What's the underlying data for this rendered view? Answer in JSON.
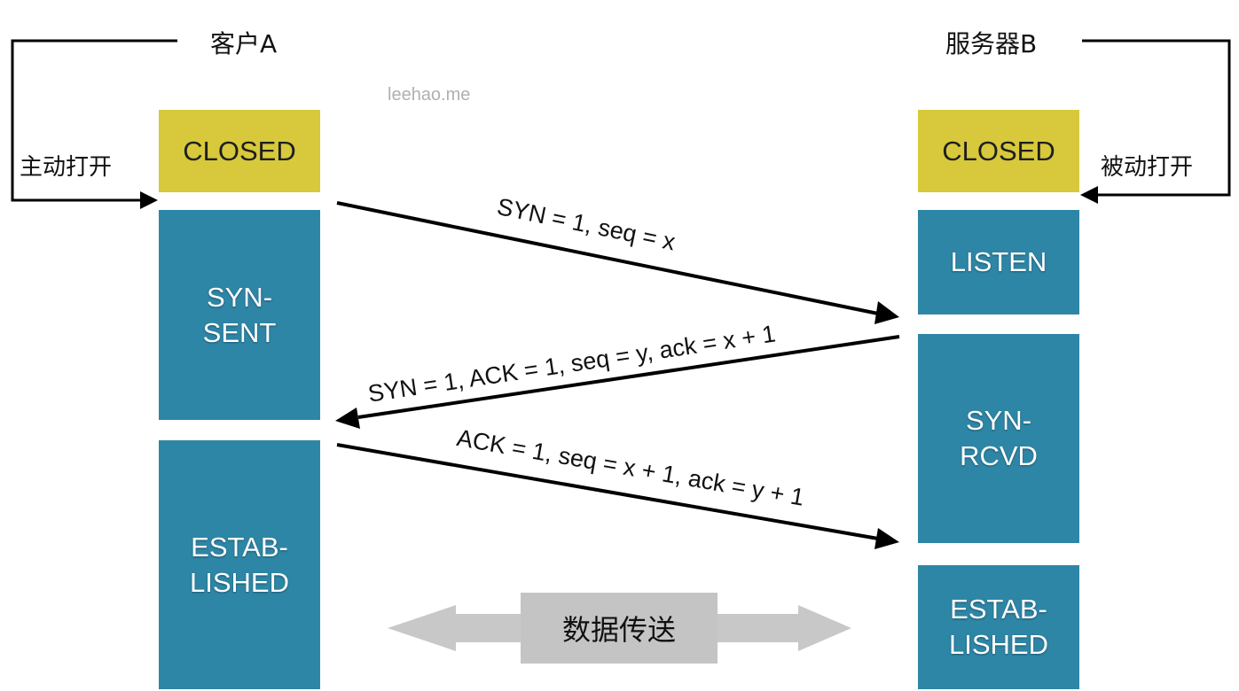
{
  "client": {
    "title": "客户A",
    "open_label": "主动打开",
    "states": {
      "closed": "CLOSED",
      "syn_sent": "SYN-\nSENT",
      "established": "ESTAB-\nLISHED"
    }
  },
  "server": {
    "title": "服务器B",
    "open_label": "被动打开",
    "states": {
      "closed": "CLOSED",
      "listen": "LISTEN",
      "syn_rcvd": "SYN-\nRCVD",
      "established": "ESTAB-\nLISHED"
    }
  },
  "watermark": "leehao.me",
  "messages": {
    "syn": "SYN = 1, seq = x",
    "syn_ack": "SYN = 1, ACK = 1, seq = y, ack = x + 1",
    "ack": "ACK = 1, seq = x + 1, ack = y + 1"
  },
  "data_transfer_label": "数据传送",
  "colors": {
    "closed_box": "#d7c93b",
    "state_box": "#2e86a6",
    "transfer_arrow": "#c8c8c8",
    "message_arrow": "#000000"
  }
}
